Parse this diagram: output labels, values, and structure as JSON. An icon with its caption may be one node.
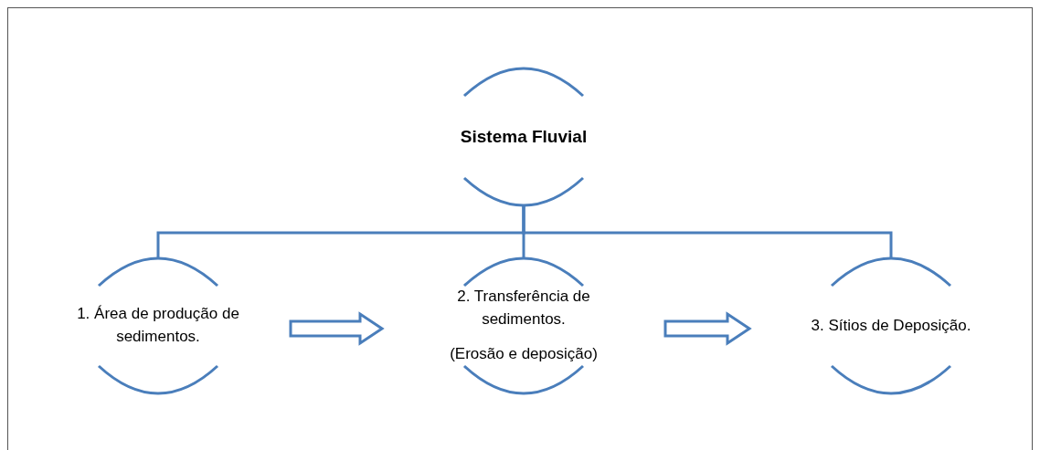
{
  "diagram": {
    "nodes": [
      {
        "text": [
          "Sistema Fluvial"
        ]
      },
      {
        "text": [
          "1. Área de produção de sedimentos."
        ]
      },
      {
        "text": [
          "2. Transferência de sedimentos.",
          "(Erosão e deposição)"
        ]
      },
      {
        "text": [
          "3. Sítios de Deposição."
        ]
      }
    ],
    "edges": [
      {
        "from": 0,
        "to": 1,
        "arrow": "none"
      },
      {
        "from": 0,
        "to": 2,
        "arrow": "none"
      },
      {
        "from": 0,
        "to": 3,
        "arrow": "none"
      },
      {
        "from": 1,
        "to": 2,
        "arrow": "to"
      },
      {
        "from": 2,
        "to": 3,
        "arrow": "to"
      }
    ]
  }
}
